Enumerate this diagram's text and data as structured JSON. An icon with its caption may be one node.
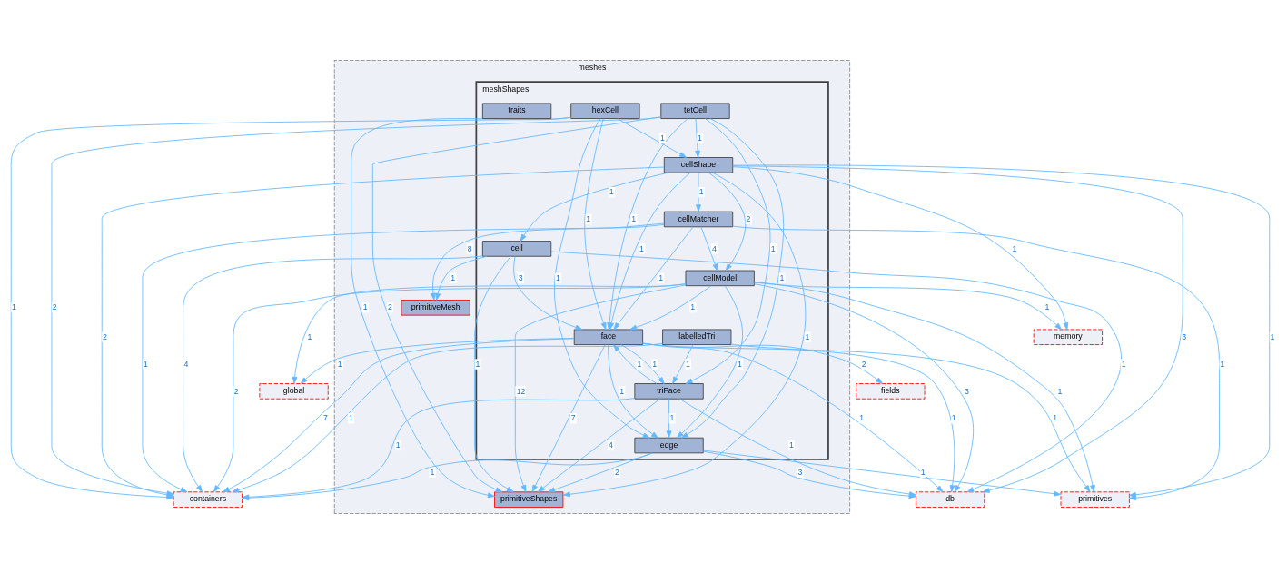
{
  "diagram": {
    "nodes": [
      {
        "text": [
          "meshes"
        ]
      },
      {
        "text": [
          "meshShapes"
        ],
        "in": 0
      },
      {
        "text": [
          "tetCell"
        ],
        "in": 1
      },
      {
        "text": [
          "hexCell"
        ],
        "in": 1
      },
      {
        "text": [
          "traits"
        ],
        "in": 1
      },
      {
        "text": [
          "cellShape"
        ],
        "in": 1
      },
      {
        "text": [
          "cellMatcher"
        ],
        "in": 1
      },
      {
        "text": [
          "cellModel"
        ],
        "in": 1
      },
      {
        "text": [
          "cell"
        ],
        "in": 1
      },
      {
        "text": [
          "face"
        ],
        "in": 1
      },
      {
        "text": [
          "labelledTri"
        ],
        "in": 1
      },
      {
        "text": [
          "triFace"
        ],
        "in": 1
      },
      {
        "text": [
          "edge"
        ],
        "in": 1
      },
      {
        "text": [
          "primitiveMesh"
        ],
        "in": 0
      },
      {
        "text": [
          "primitiveShapes"
        ],
        "in": 0
      },
      {
        "text": [
          "memory"
        ]
      },
      {
        "text": [
          "global"
        ]
      },
      {
        "text": [
          "db"
        ]
      },
      {
        "text": [
          "fields"
        ]
      },
      {
        "text": [
          "primitives"
        ]
      },
      {
        "text": [
          "containers"
        ]
      }
    ],
    "edges": [
      {
        "from": 2,
        "to": 5,
        "arrow": "to",
        "label": "1"
      },
      {
        "from": 2,
        "to": 9,
        "arrow": "to",
        "label": "1"
      },
      {
        "from": 2,
        "to": 11,
        "arrow": "to",
        "label": "1"
      },
      {
        "from": 2,
        "to": 12,
        "arrow": "to",
        "label": "1"
      },
      {
        "from": 2,
        "to": 14,
        "arrow": "to",
        "label": "2"
      },
      {
        "from": 2,
        "to": 20,
        "arrow": "to",
        "label": "2"
      },
      {
        "from": 3,
        "to": 5,
        "arrow": "to",
        "label": "1"
      },
      {
        "from": 3,
        "to": 9,
        "arrow": "to",
        "label": "1"
      },
      {
        "from": 3,
        "to": 12,
        "arrow": "to",
        "label": "1"
      },
      {
        "from": 3,
        "to": 14,
        "arrow": "to",
        "label": "1"
      },
      {
        "from": 3,
        "to": 20,
        "arrow": "to",
        "label": "1"
      },
      {
        "from": 5,
        "to": 6,
        "arrow": "to",
        "label": "1"
      },
      {
        "from": 5,
        "to": 7,
        "arrow": "to",
        "label": "2"
      },
      {
        "from": 5,
        "to": 8,
        "arrow": "to",
        "label": "1"
      },
      {
        "from": 5,
        "to": 9,
        "arrow": "to",
        "label": "1"
      },
      {
        "from": 5,
        "to": 17,
        "arrow": "to",
        "label": "3"
      },
      {
        "from": 5,
        "to": 15,
        "arrow": "to",
        "label": "1"
      },
      {
        "from": 5,
        "to": 14,
        "arrow": "to",
        "label": "1"
      },
      {
        "from": 5,
        "to": 19,
        "arrow": "to",
        "label": "1"
      },
      {
        "from": 5,
        "to": 20,
        "arrow": "to",
        "label": "2"
      },
      {
        "from": 6,
        "to": 7,
        "arrow": "to",
        "label": "4"
      },
      {
        "from": 6,
        "to": 9,
        "arrow": "to",
        "label": "1"
      },
      {
        "from": 6,
        "to": 13,
        "arrow": "to",
        "label": "8"
      },
      {
        "from": 6,
        "to": 19,
        "arrow": "to",
        "label": "1"
      },
      {
        "from": 6,
        "to": 20,
        "arrow": "to",
        "label": "1"
      },
      {
        "from": 7,
        "to": 9,
        "arrow": "to",
        "label": "1"
      },
      {
        "from": 7,
        "to": 12,
        "arrow": "to",
        "label": "1"
      },
      {
        "from": 7,
        "to": 14,
        "arrow": "to",
        "label": "12"
      },
      {
        "from": 7,
        "to": 15,
        "arrow": "to",
        "label": "1"
      },
      {
        "from": 7,
        "to": 16,
        "arrow": "to",
        "label": "1"
      },
      {
        "from": 7,
        "to": 17,
        "arrow": "to",
        "label": "3"
      },
      {
        "from": 7,
        "to": 19,
        "arrow": "to",
        "label": "1"
      },
      {
        "from": 7,
        "to": 20,
        "arrow": "to",
        "label": "2"
      },
      {
        "from": 8,
        "to": 9,
        "arrow": "to",
        "label": "3"
      },
      {
        "from": 8,
        "to": 13,
        "arrow": "to",
        "label": "1"
      },
      {
        "from": 8,
        "to": 14,
        "arrow": "to",
        "label": "1"
      },
      {
        "from": 8,
        "to": 17,
        "arrow": "to",
        "label": "1"
      },
      {
        "from": 8,
        "to": 20,
        "arrow": "to",
        "label": "4"
      },
      {
        "from": 10,
        "to": 11,
        "arrow": "to",
        "label": "1"
      },
      {
        "from": 10,
        "to": 17,
        "arrow": "to",
        "label": "1"
      },
      {
        "from": 10,
        "to": 20,
        "arrow": "to",
        "label": "1"
      },
      {
        "from": 9,
        "to": 11,
        "arrow": "to",
        "label": "1"
      },
      {
        "from": 9,
        "to": 12,
        "arrow": "to",
        "label": "1"
      },
      {
        "from": 9,
        "to": 14,
        "arrow": "to",
        "label": "7"
      },
      {
        "from": 9,
        "to": 17,
        "arrow": "to",
        "label": "1"
      },
      {
        "from": 9,
        "to": 16,
        "arrow": "to",
        "label": "1"
      },
      {
        "from": 9,
        "to": 18,
        "arrow": "to",
        "label": "2"
      },
      {
        "from": 9,
        "to": 19,
        "arrow": "to",
        "label": "1"
      },
      {
        "from": 9,
        "to": 20,
        "arrow": "to",
        "label": "7"
      },
      {
        "from": 11,
        "to": 9,
        "arrow": "to",
        "label": "1"
      },
      {
        "from": 11,
        "to": 12,
        "arrow": "to",
        "label": "1"
      },
      {
        "from": 11,
        "to": 14,
        "arrow": "to",
        "label": "4"
      },
      {
        "from": 11,
        "to": 17,
        "arrow": "to",
        "label": "1"
      },
      {
        "from": 11,
        "to": 20,
        "arrow": "to",
        "label": "1"
      },
      {
        "from": 12,
        "to": 14,
        "arrow": "to",
        "label": "2"
      },
      {
        "from": 12,
        "to": 17,
        "arrow": "to",
        "label": "3"
      },
      {
        "from": 12,
        "to": 19,
        "arrow": "to",
        "label": "1"
      },
      {
        "from": 12,
        "to": 20,
        "arrow": "to",
        "label": "1"
      }
    ]
  }
}
